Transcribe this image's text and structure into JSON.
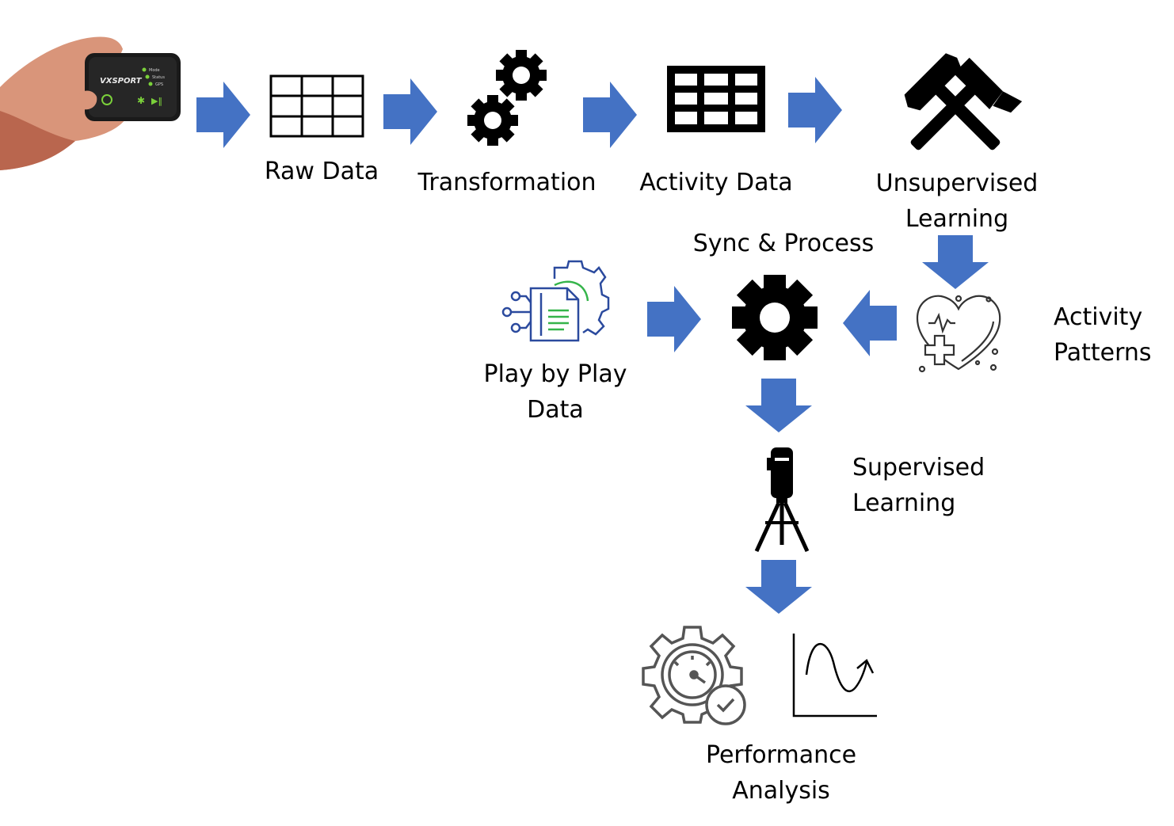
{
  "device": {
    "brand": "VXSPORT",
    "leds": [
      "Mode",
      "Status",
      "GPS"
    ]
  },
  "labels": {
    "raw_data": "Raw Data",
    "transformation": "Transformation",
    "activity_data": "Activity Data",
    "unsupervised_learning": "Unsupervised\nLearning",
    "sync_process": "Sync & Process",
    "play_by_play": "Play by Play\nData",
    "activity_patterns": "Activity\nPatterns",
    "supervised_learning": "Supervised\nLearning",
    "performance_analysis": "Performance\nAnalysis"
  },
  "colors": {
    "arrow": "#4472C4",
    "icon": "#000000",
    "doc_blue": "#2B4A9E",
    "doc_green": "#35B44A",
    "gray_icon": "#555555",
    "led_green": "#7BD13A"
  }
}
